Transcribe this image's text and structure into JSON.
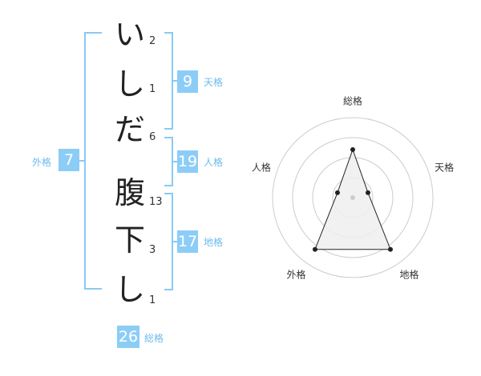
{
  "name": {
    "chars": [
      "い",
      "し",
      "だ",
      "腹",
      "下",
      "し"
    ],
    "strokes": [
      "2",
      "1",
      "6",
      "13",
      "3",
      "1"
    ]
  },
  "fortunes": {
    "ten": {
      "value": "9",
      "label": "天格"
    },
    "jin": {
      "value": "19",
      "label": "人格"
    },
    "chi": {
      "value": "17",
      "label": "地格"
    },
    "gai": {
      "value": "7",
      "label": "外格"
    },
    "total": {
      "value": "26",
      "label": "総格"
    }
  },
  "chart_data": {
    "type": "radar",
    "axes": [
      "総格",
      "天格",
      "地格",
      "外格",
      "人格"
    ],
    "values": [
      3,
      1,
      4,
      4,
      1
    ],
    "max": 5,
    "rings": 4,
    "colors": {
      "fill": "#eeeeee",
      "stroke": "#222222",
      "ring": "#cccccc",
      "center": "#cccccc"
    }
  },
  "colors": {
    "accent": "#8ccdf7",
    "bracket": "#8ac9f2",
    "label": "#6bbbeb"
  }
}
